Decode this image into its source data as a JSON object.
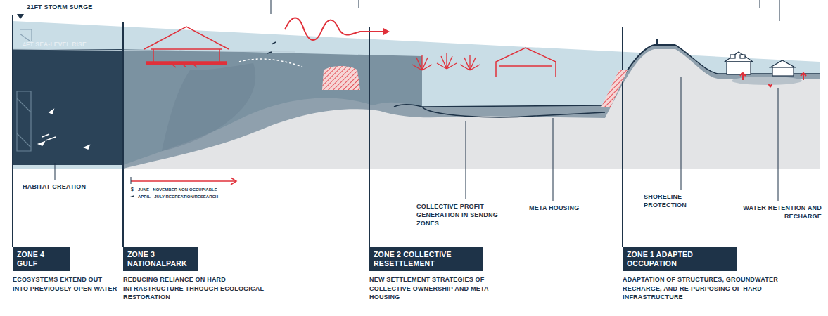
{
  "diagram": {
    "nodes": [
      {
        "text": [
          "ZONE 4 GULF",
          "ECOSYSTEMS EXTEND OUT INTO PREVIOUSLY OPEN WATER"
        ]
      },
      {
        "text": [
          "ZONE 3 NATIONALPARK",
          "REDUCING RELIANCE ON HARD INFRASTRUCTURE THROUGH ECOLOGICAL RESTORATION"
        ]
      },
      {
        "text": [
          "ZONE 2 COLLECTIVE RESETTLEMENT",
          "NEW SETTLEMENT STRATEGIES OF COLLECTIVE OWNERSHIP AND META HOUSING"
        ]
      },
      {
        "text": [
          "ZONE 1 ADAPTED OCCUPATION",
          "ADAPTATION OF STRUCTURES, GROUNDWATER RECHARGE, AND RE-PURPOSING OF HARD INFRASTRUCTURE"
        ]
      }
    ],
    "edges": [],
    "labels": [
      "21FT STORM SURGE",
      "4FT SEA-LEVEL RISE",
      "HABITAT CREATION",
      "COLLECTIVE PROFIT GENERATION IN SENDNG ZONES",
      "META HOUSING",
      "SHORELINE PROTECTION",
      "WATER RETENTION AND RECHARGE"
    ],
    "legend": [
      {
        "text": "JUNE - NOVEMBER NON-OCCUPIABLE"
      },
      {
        "text": "APRIL - JULY RECREATION/RESEARCH"
      }
    ]
  }
}
